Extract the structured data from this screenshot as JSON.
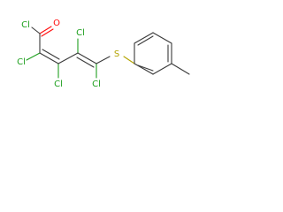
{
  "molecule": {
    "atoms": {
      "cl_acyl": "Cl",
      "oxygen": "O",
      "cl_c2": "Cl",
      "cl_c3": "Cl",
      "cl_c4": "Cl",
      "cl_c5": "Cl",
      "sulfur": "S"
    },
    "colors": {
      "bond": "#3a3a3a",
      "chlorine": "#1fa01f",
      "oxygen": "#ff0d0d",
      "sulfur": "#b3a300"
    }
  }
}
